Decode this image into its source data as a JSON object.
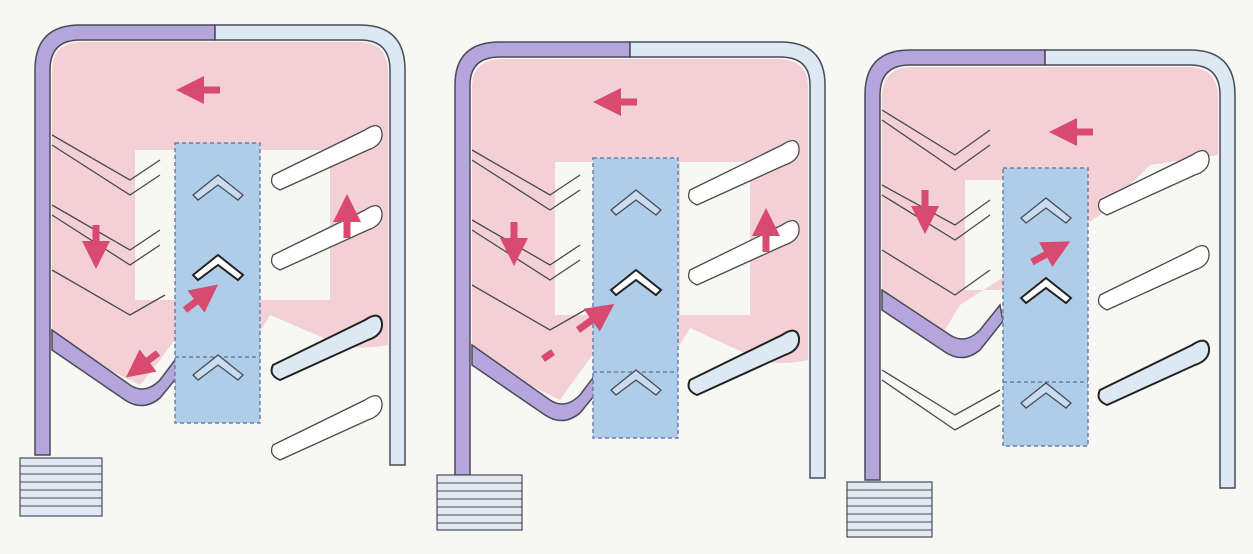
{
  "colors": {
    "background": "#f7f7f4",
    "left_wall": "#b4a6dc",
    "right_wall": "#dce9f2",
    "wall_outline": "#4a4a58",
    "air_flow": "#f3cfd6",
    "central_column": "#aecde9",
    "column_outline": "#6d7ea8",
    "arrow": "#d84a70",
    "vane_stroke": "#4a4a4a",
    "vane_fill": "#ffffff"
  },
  "panels": [
    {
      "id": "panel-1",
      "name": "airflow-diagram-1"
    },
    {
      "id": "panel-2",
      "name": "airflow-diagram-2"
    },
    {
      "id": "panel-3",
      "name": "airflow-diagram-3"
    }
  ]
}
